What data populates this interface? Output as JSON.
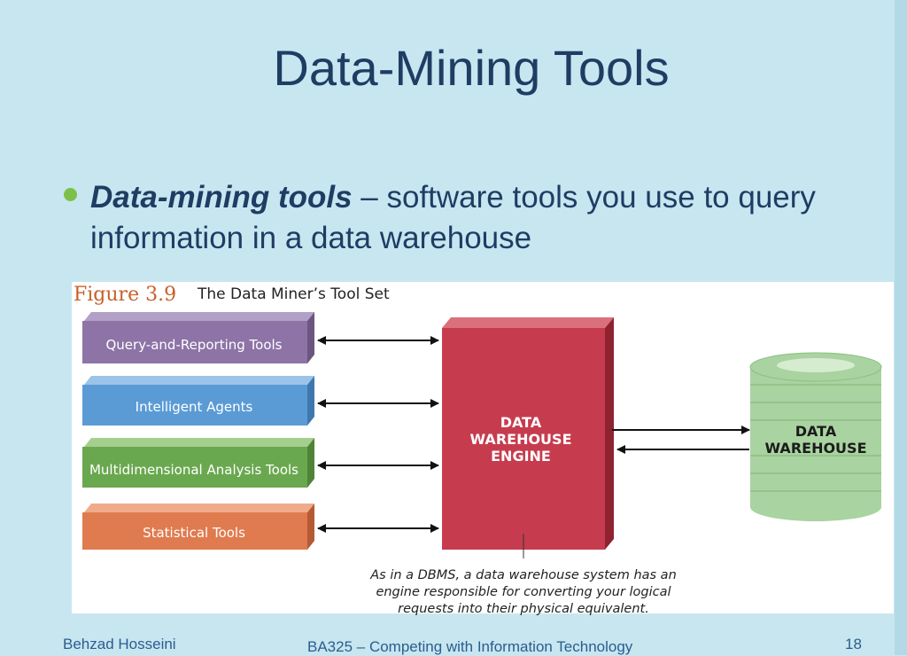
{
  "slide": {
    "title": "Data-Mining Tools",
    "bullet_term": "Data-mining tools",
    "bullet_text": " – software tools you use to query information in a data warehouse"
  },
  "figure": {
    "number": "Figure 3.9",
    "caption": "The Data Miner’s Tool Set",
    "tools": [
      {
        "label": "Query-and-Reporting Tools",
        "color": "#8d73a6"
      },
      {
        "label": "Intelligent Agents",
        "color": "#5b9bd5"
      },
      {
        "label": "Multidimensional Analysis Tools",
        "color": "#6aa84f"
      },
      {
        "label": "Statistical Tools",
        "color": "#e07b4f"
      }
    ],
    "engine_lines": [
      "DATA",
      "WAREHOUSE",
      "ENGINE"
    ],
    "engine_color": "#c63c4e",
    "warehouse_lines": [
      "DATA",
      "WAREHOUSE"
    ],
    "warehouse_color": "#a9d3a0",
    "note": "As in a DBMS, a data warehouse system has an engine responsible  for converting your logical requests into their physical equivalent."
  },
  "footer": {
    "author": "Behzad Hosseini",
    "course": "BA325 – Competing with Information Technology",
    "page": "18"
  }
}
